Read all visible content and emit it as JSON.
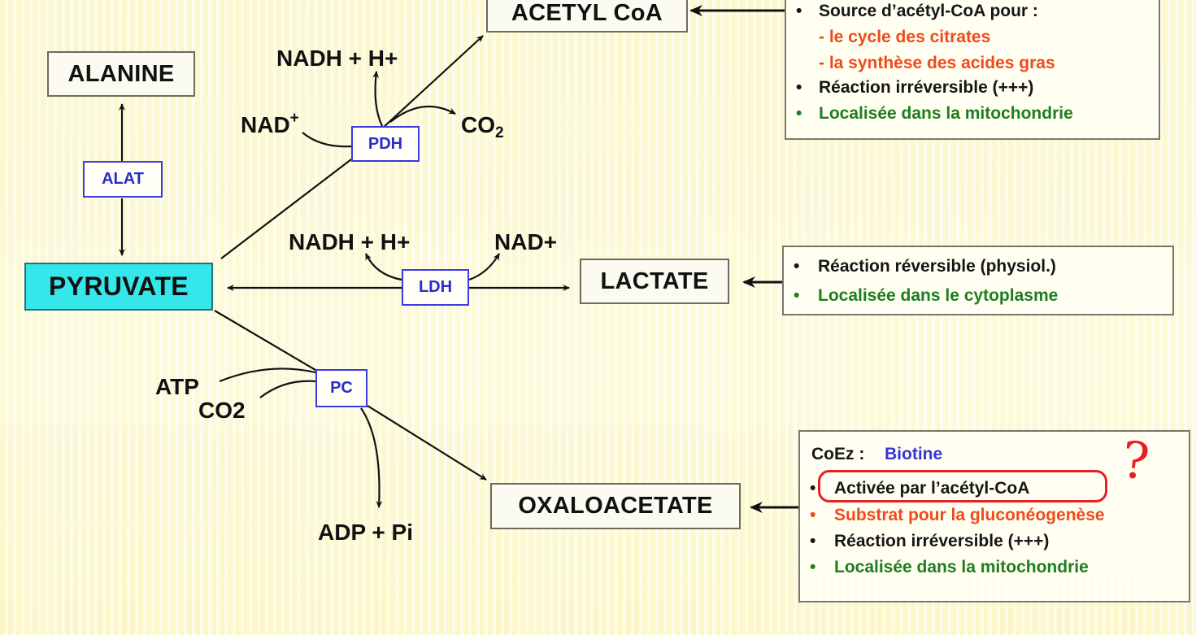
{
  "metabolites": {
    "pyruvate": "PYRUVATE",
    "alanine": "ALANINE",
    "acetyl_coa": "ACETYL CoA",
    "lactate": "LACTATE",
    "oxaloacetate": "OXALOACETATE"
  },
  "enzymes": {
    "alat": "ALAT",
    "pdh": "PDH",
    "ldh": "LDH",
    "pc": "PC"
  },
  "cofactors": {
    "pdh_nadh": "NADH + H+",
    "pdh_nad": "NAD",
    "pdh_nad_sup": "+",
    "pdh_co2": "CO",
    "pdh_co2_sub": "2",
    "ldh_nadh": "NADH + H+",
    "ldh_nad": "NAD+",
    "pc_atp": "ATP",
    "pc_co2": "CO2",
    "pc_adp": "ADP + Pi"
  },
  "info_boxes": {
    "acetyl_coa": {
      "lines": [
        {
          "bullet": "•",
          "text": "Source d’acétyl-CoA pour :",
          "color": "black"
        },
        {
          "bullet": "",
          "text": "- le cycle des citrates",
          "color": "orange"
        },
        {
          "bullet": "",
          "text": "- la synthèse des acides gras",
          "color": "orange"
        },
        {
          "bullet": "•",
          "text": "Réaction irréversible (+++)",
          "color": "black"
        },
        {
          "bullet": "•",
          "text": "Localisée dans la mitochondrie",
          "color": "green"
        }
      ]
    },
    "lactate": {
      "lines": [
        {
          "bullet": "•",
          "text": "Réaction réversible (physiol.)",
          "color": "black"
        },
        {
          "bullet": "•",
          "text": "Localisée dans le cytoplasme",
          "color": "green"
        }
      ]
    },
    "oxaloacetate": {
      "coenzyme_label": "CoEz :",
      "coenzyme_value": "Biotine",
      "lines": [
        {
          "bullet": "•",
          "text": "Activée par l’acétyl-CoA",
          "color": "black"
        },
        {
          "bullet": "•",
          "text": "Substrat pour la gluconéogenèse",
          "color": "orange"
        },
        {
          "bullet": "•",
          "text": "Réaction irréversible (+++)",
          "color": "black"
        },
        {
          "bullet": "•",
          "text": "Localisée dans la mitochondrie",
          "color": "green"
        }
      ]
    }
  },
  "annotations": {
    "question_mark": "?"
  },
  "colors": {
    "pyruvate_fill": "#35e6ea",
    "enzyme_border": "#3a3adf",
    "text_orange": "#ef4a1c",
    "text_green": "#1d7d21",
    "annotation_red": "#e81e25"
  }
}
